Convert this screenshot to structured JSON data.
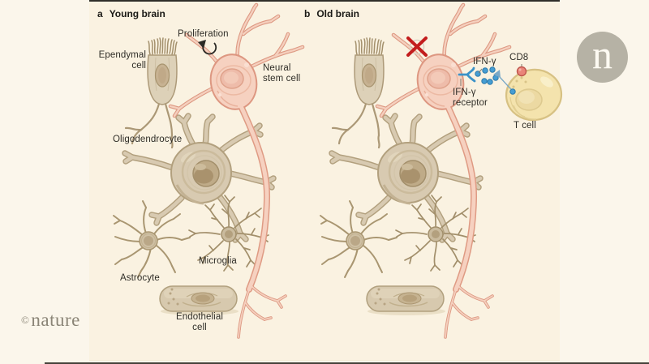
{
  "figure": {
    "panel_a": {
      "tag": "a",
      "title": "Young brain",
      "labels": {
        "proliferation": "Proliferation",
        "ependymal": [
          "Ependymal",
          "cell"
        ],
        "neural_stem": [
          "Neural",
          "stem cell"
        ],
        "oligodendrocyte": "Oligodendrocyte",
        "astrocyte": "Astrocyte",
        "microglia": "Microglia",
        "endothelial": [
          "Endothelial",
          "cell"
        ]
      }
    },
    "panel_b": {
      "tag": "b",
      "title": "Old brain",
      "labels": {
        "ifn_gamma": "IFN-γ",
        "ifn_receptor": [
          "IFN-γ",
          "receptor"
        ],
        "cd8": "CD8",
        "t_cell": "T cell"
      }
    }
  },
  "branding": {
    "copyright": "©",
    "name": "nature",
    "logo_letter": "n"
  },
  "colors": {
    "page_background": "#fbf6eb",
    "figure_background": "#faf2e1",
    "rule_dark": "#2e2d28",
    "neuron_pink": "#f6d1c0",
    "neuron_outline": "#dd9781",
    "glia_tan": "#d8cab1",
    "glia_outline": "#b2a07e",
    "t_cell_yellow": "#f4e3ad",
    "ifn_blue": "#459dd3",
    "cd8_red": "#ea8579",
    "inhibited_red": "#c31d1d",
    "brand_grey": "#8b8577"
  }
}
